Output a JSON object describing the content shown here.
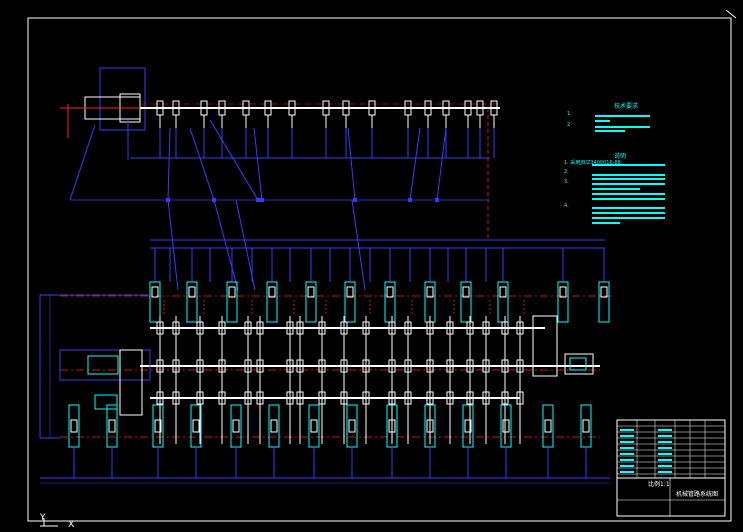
{
  "colors": {
    "background": "#000000",
    "frame": "#ffffff",
    "cyan": "#00ffff",
    "blue": "#3a3aff",
    "red": "#ff2020",
    "white": "#ffffff"
  },
  "notes_top": {
    "title": "技术要求",
    "lines": [
      "1",
      "2"
    ]
  },
  "notes_bottom": {
    "title": "说明",
    "lines": [
      "1. 采用JB/Z3400016-88",
      "2.",
      "3.",
      "4."
    ]
  },
  "title_block": {
    "drawing_name": "机械管路系统图",
    "scale_label": "比例1:1"
  },
  "ucs": {
    "y_axis_label": "Y",
    "x_axis_label": "X"
  }
}
